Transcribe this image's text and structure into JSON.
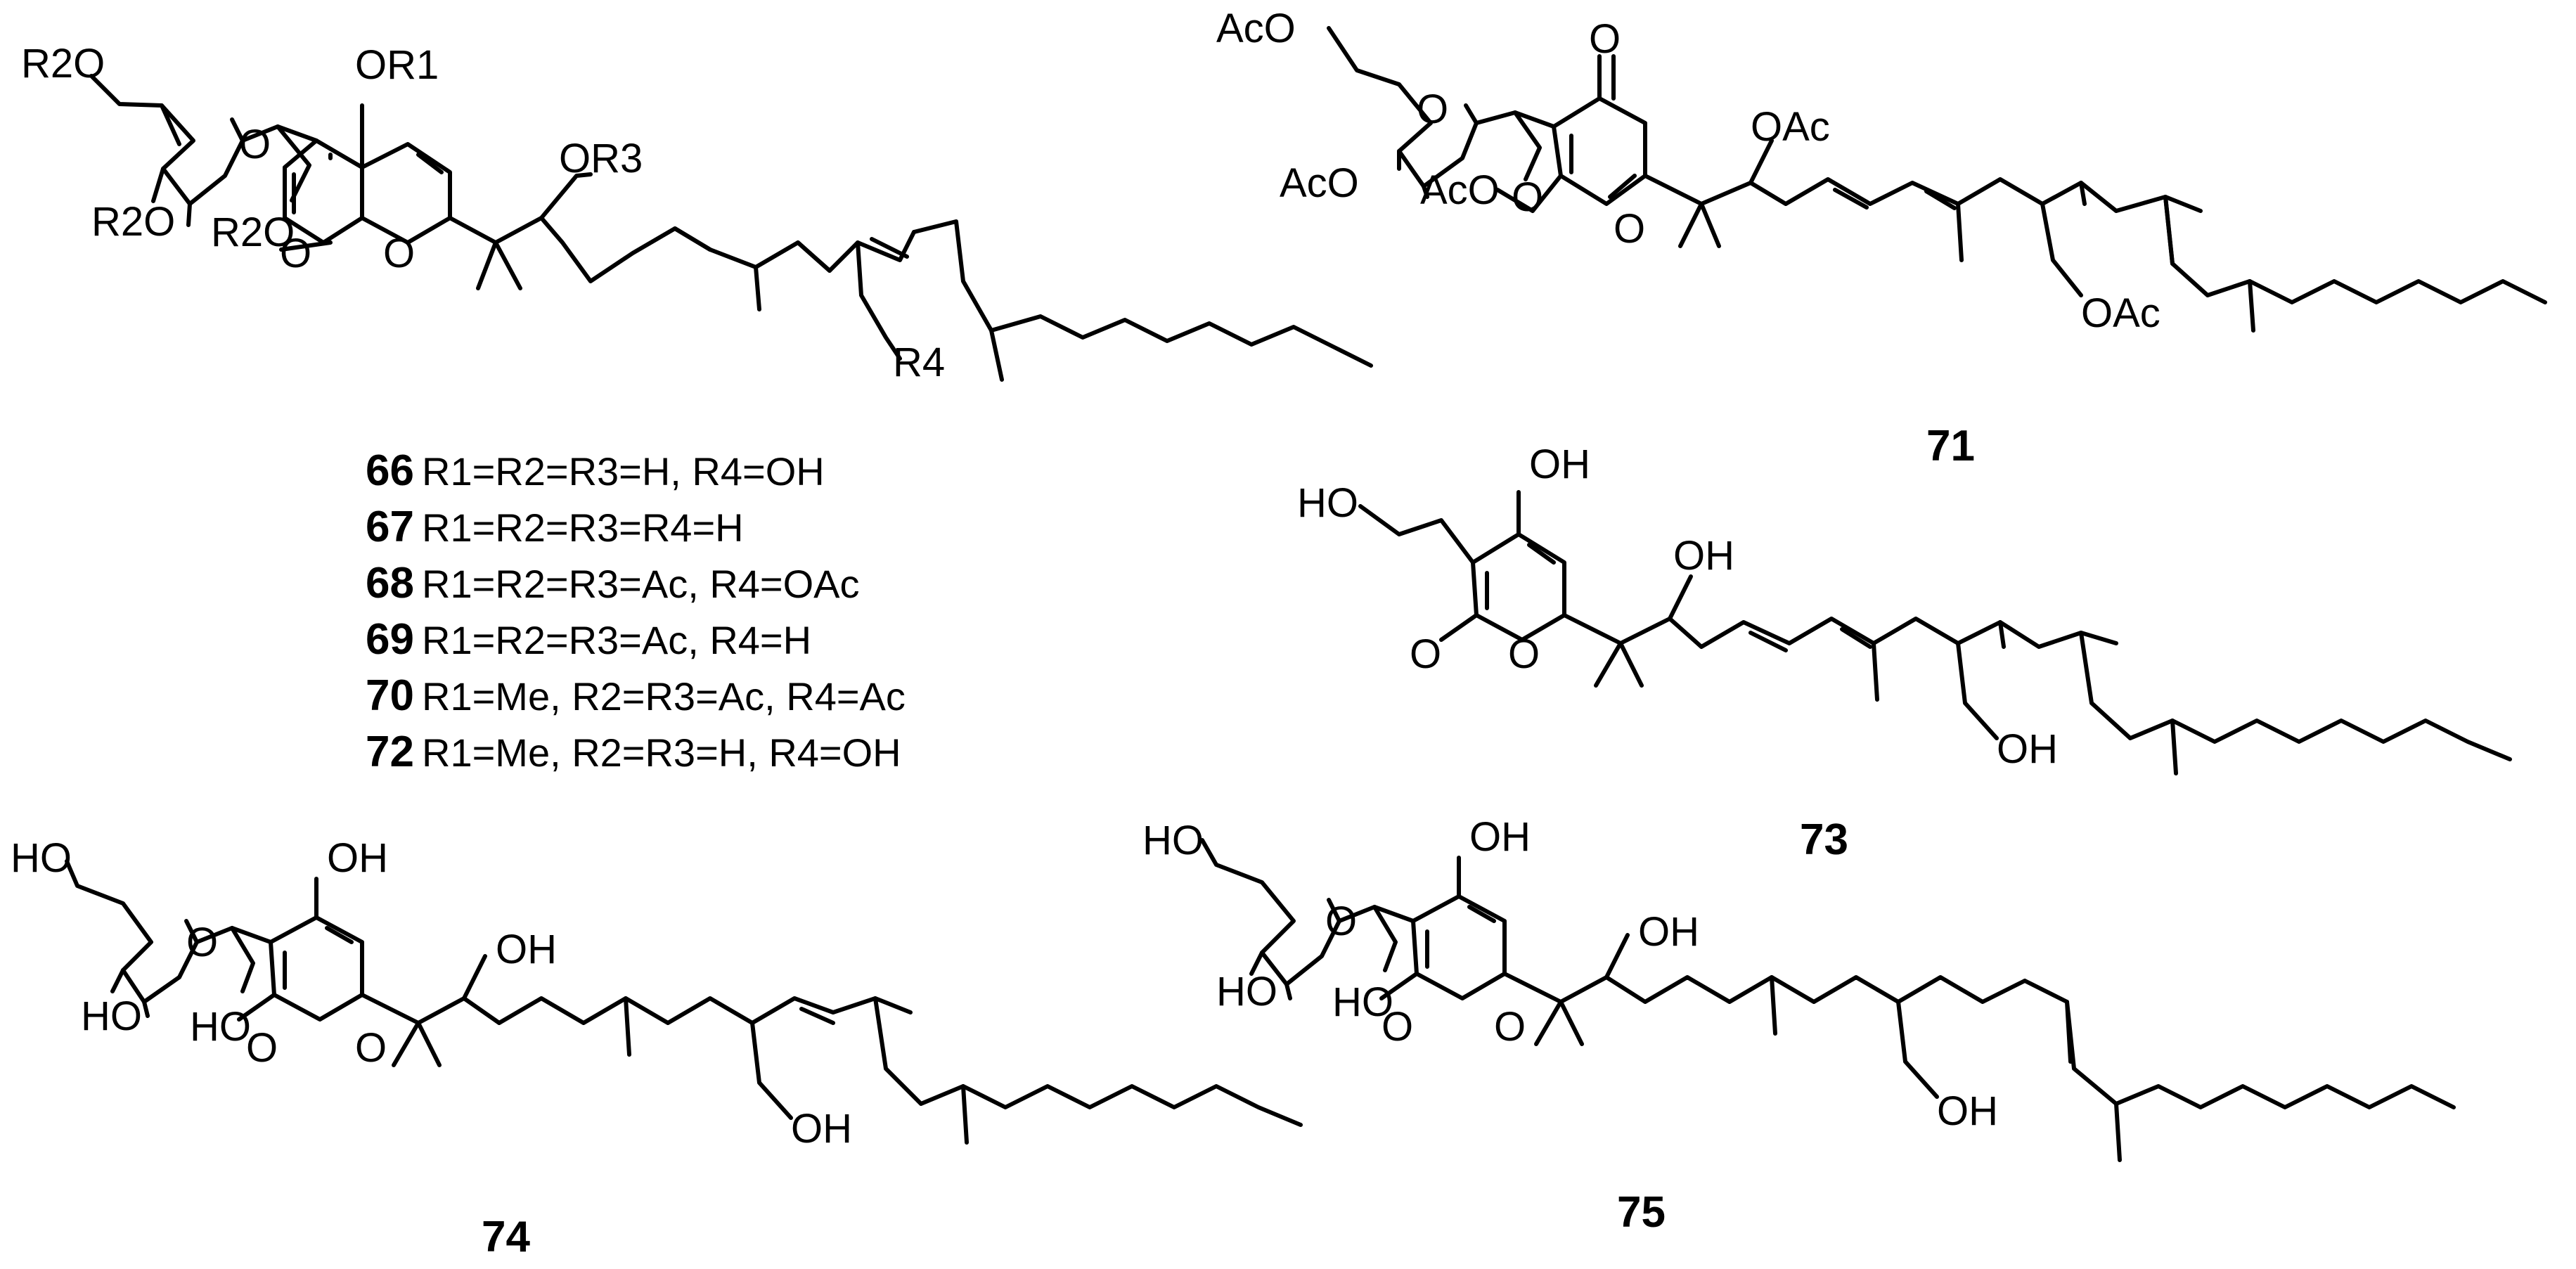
{
  "compound_66_72": {
    "atoms": {
      "r2o_top": "R2O",
      "or1": "OR1",
      "ring_o": "O",
      "r2o_a": "R2O",
      "r2o_b": "R2O",
      "lactone_o": "O",
      "pyran_o": "O",
      "or3": "OR3",
      "r4": "R4"
    },
    "legend": [
      {
        "id": "66",
        "text": "R1=R2=R3=H, R4=OH"
      },
      {
        "id": "67",
        "text": "R1=R2=R3=R4=H"
      },
      {
        "id": "68",
        "text": "R1=R2=R3=Ac, R4=OAc"
      },
      {
        "id": "69",
        "text": "R1=R2=R3=Ac, R4=H"
      },
      {
        "id": "70",
        "text": "R1=Me, R2=R3=Ac, R4=Ac"
      },
      {
        "id": "72",
        "text": "R1=Me, R2=R3=H, R4=OH"
      }
    ]
  },
  "compound_71": {
    "label": "71",
    "atoms": {
      "aco_top": "AcO",
      "ring_o": "O",
      "ketone_o": "O",
      "oac_chain": "OAc",
      "aco_a": "AcO",
      "aco_b": "AcO",
      "methoxy_o": "O",
      "pyran_o": "O",
      "oac_side": "OAc"
    }
  },
  "compound_73": {
    "label": "73",
    "atoms": {
      "oh_top": "OH",
      "ho_chain": "HO",
      "oh_chain": "OH",
      "lactone_o": "O",
      "pyran_o": "O",
      "oh_side": "OH"
    }
  },
  "compound_74": {
    "label": "74",
    "atoms": {
      "ho_top": "HO",
      "oh_top": "OH",
      "ring_o": "O",
      "oh_chain": "OH",
      "ho_a": "HO",
      "ho_b": "HO",
      "lactone_o": "O",
      "pyran_o": "O",
      "oh_side": "OH"
    }
  },
  "compound_75": {
    "label": "75",
    "atoms": {
      "ho_top": "HO",
      "oh_top": "OH",
      "ring_o": "O",
      "oh_chain": "OH",
      "ho_a": "HO",
      "ho_b": "HO",
      "lactone_o": "O",
      "pyran_o": "O",
      "oh_side": "OH"
    }
  }
}
